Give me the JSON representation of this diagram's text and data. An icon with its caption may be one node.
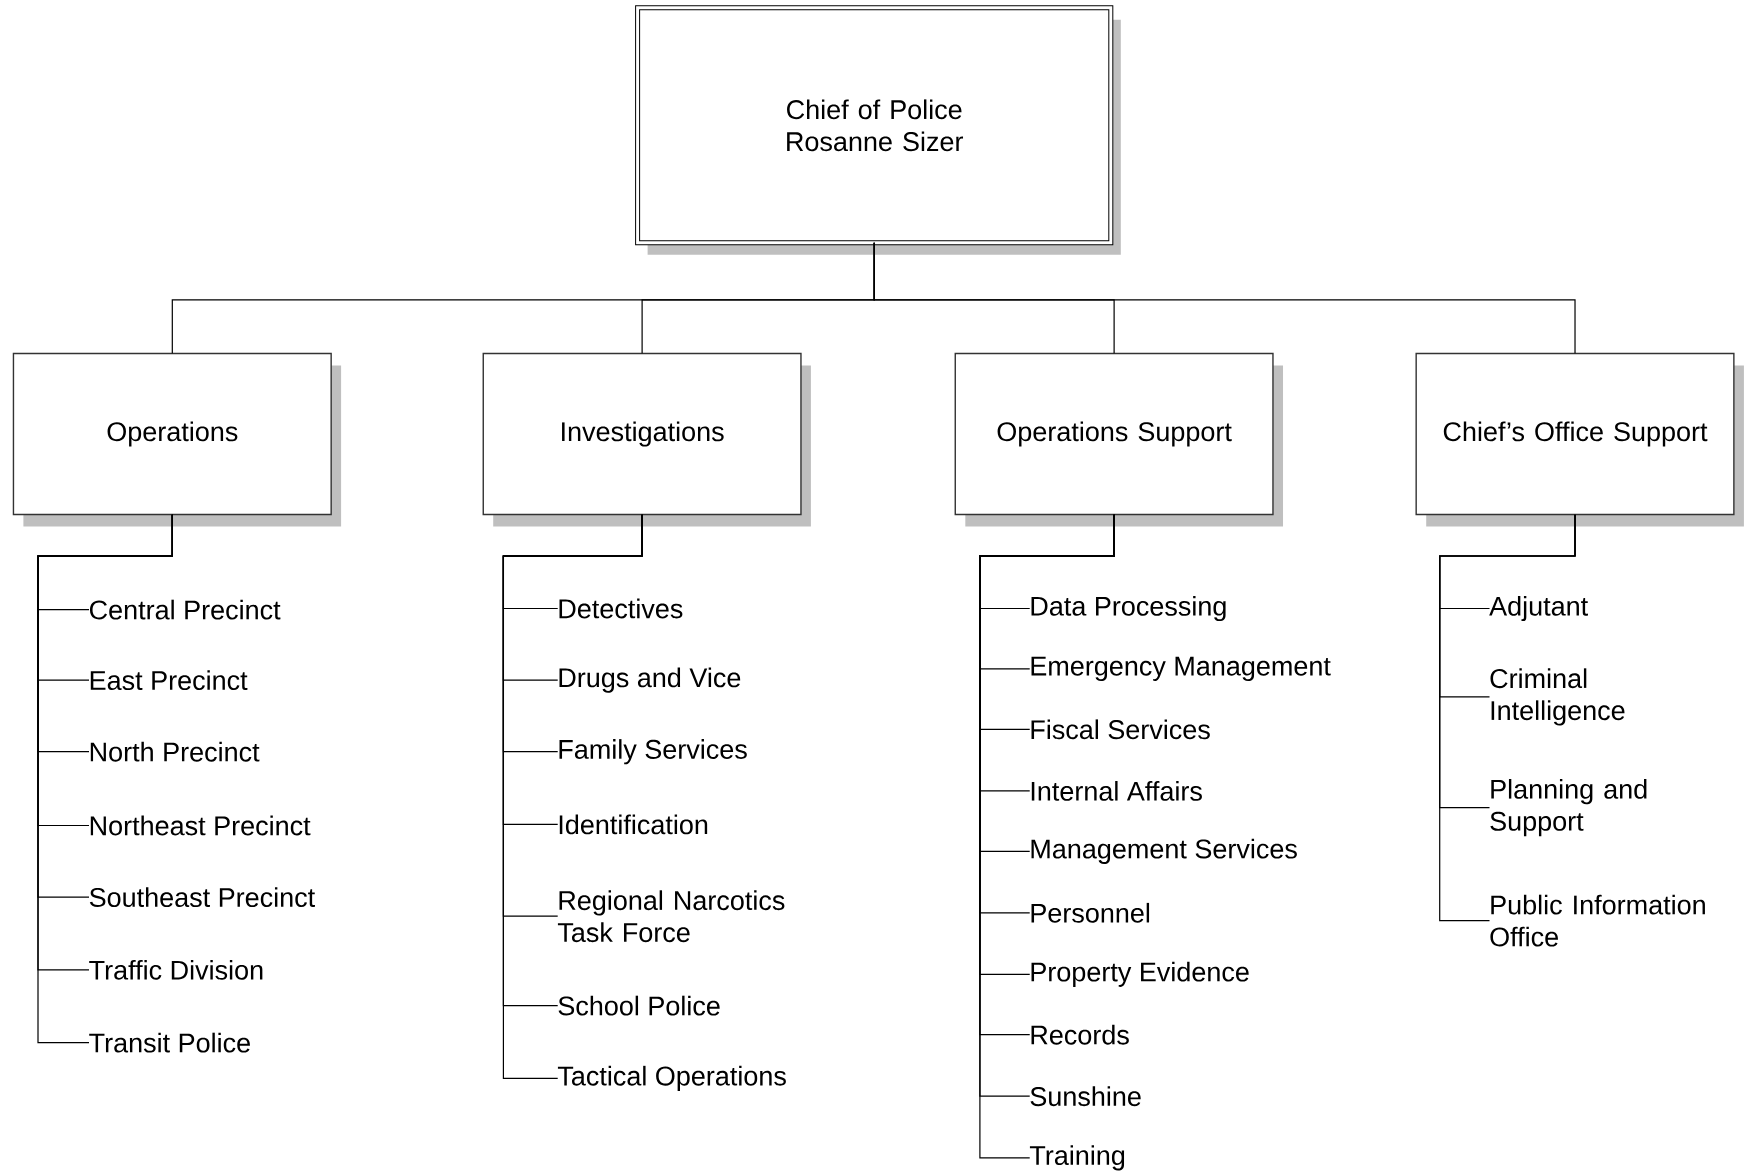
{
  "diagram": {
    "nodes": [
      {
        "text": [
          "Chief of Police",
          "Rosanne Sizer"
        ]
      },
      {
        "text": [
          "Operations"
        ]
      },
      {
        "text": [
          "Investigations"
        ]
      },
      {
        "text": [
          "Operations Support"
        ]
      },
      {
        "text": [
          "Chief’s Office Support"
        ]
      },
      {
        "text": [
          "Central Precinct"
        ]
      },
      {
        "text": [
          "East Precinct"
        ]
      },
      {
        "text": [
          "North Precinct"
        ]
      },
      {
        "text": [
          "Northeast Precinct"
        ]
      },
      {
        "text": [
          "Southeast Precinct"
        ]
      },
      {
        "text": [
          "Traffic Division"
        ]
      },
      {
        "text": [
          "Transit Police"
        ]
      },
      {
        "text": [
          "Detectives"
        ]
      },
      {
        "text": [
          "Drugs and Vice"
        ]
      },
      {
        "text": [
          "Family Services"
        ]
      },
      {
        "text": [
          "Identification"
        ]
      },
      {
        "text": [
          "Regional Narcotics Task Force"
        ]
      },
      {
        "text": [
          "School Police"
        ]
      },
      {
        "text": [
          "Tactical Operations"
        ]
      },
      {
        "text": [
          "Data Processing"
        ]
      },
      {
        "text": [
          "Emergency Management"
        ]
      },
      {
        "text": [
          "Fiscal Services"
        ]
      },
      {
        "text": [
          "Internal Affairs"
        ]
      },
      {
        "text": [
          "Management Services"
        ]
      },
      {
        "text": [
          "Personnel"
        ]
      },
      {
        "text": [
          "Property Evidence"
        ]
      },
      {
        "text": [
          "Records"
        ]
      },
      {
        "text": [
          "Sunshine"
        ]
      },
      {
        "text": [
          "Training"
        ]
      },
      {
        "text": [
          "Adjutant"
        ]
      },
      {
        "text": [
          "Criminal Intelligence"
        ]
      },
      {
        "text": [
          "Planning and Support"
        ]
      },
      {
        "text": [
          "Public Information Office"
        ]
      }
    ],
    "edges": [
      {
        "from": 0,
        "to": 1,
        "arrow": "none"
      },
      {
        "from": 0,
        "to": 2,
        "arrow": "none"
      },
      {
        "from": 0,
        "to": 3,
        "arrow": "none"
      },
      {
        "from": 0,
        "to": 4,
        "arrow": "none"
      },
      {
        "from": 1,
        "to": 5,
        "arrow": "none"
      },
      {
        "from": 1,
        "to": 6,
        "arrow": "none"
      },
      {
        "from": 1,
        "to": 7,
        "arrow": "none"
      },
      {
        "from": 1,
        "to": 8,
        "arrow": "none"
      },
      {
        "from": 1,
        "to": 9,
        "arrow": "none"
      },
      {
        "from": 1,
        "to": 10,
        "arrow": "none"
      },
      {
        "from": 1,
        "to": 11,
        "arrow": "none"
      },
      {
        "from": 2,
        "to": 12,
        "arrow": "none"
      },
      {
        "from": 2,
        "to": 13,
        "arrow": "none"
      },
      {
        "from": 2,
        "to": 14,
        "arrow": "none"
      },
      {
        "from": 2,
        "to": 15,
        "arrow": "none"
      },
      {
        "from": 2,
        "to": 16,
        "arrow": "none"
      },
      {
        "from": 2,
        "to": 17,
        "arrow": "none"
      },
      {
        "from": 2,
        "to": 18,
        "arrow": "none"
      },
      {
        "from": 3,
        "to": 19,
        "arrow": "none"
      },
      {
        "from": 3,
        "to": 20,
        "arrow": "none"
      },
      {
        "from": 3,
        "to": 21,
        "arrow": "none"
      },
      {
        "from": 3,
        "to": 22,
        "arrow": "none"
      },
      {
        "from": 3,
        "to": 23,
        "arrow": "none"
      },
      {
        "from": 3,
        "to": 24,
        "arrow": "none"
      },
      {
        "from": 3,
        "to": 25,
        "arrow": "none"
      },
      {
        "from": 3,
        "to": 26,
        "arrow": "none"
      },
      {
        "from": 3,
        "to": 27,
        "arrow": "none"
      },
      {
        "from": 3,
        "to": 28,
        "arrow": "none"
      },
      {
        "from": 4,
        "to": 29,
        "arrow": "none"
      },
      {
        "from": 4,
        "to": 30,
        "arrow": "none"
      },
      {
        "from": 4,
        "to": 31,
        "arrow": "none"
      },
      {
        "from": 4,
        "to": 32,
        "arrow": "none"
      }
    ]
  }
}
